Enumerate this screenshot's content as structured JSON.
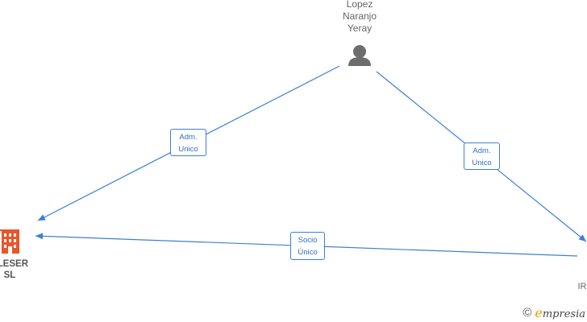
{
  "nodes": {
    "person": {
      "name": "Lopez\nNaranjo\nYeray",
      "icon": "person-icon"
    },
    "company_left": {
      "name": "ELESER\nSL",
      "icon": "building-icon",
      "color": "#e8562a"
    },
    "company_right": {
      "name": "IR"
    }
  },
  "edges": {
    "person_to_left": {
      "label": "Adm.\nUnico"
    },
    "person_to_right": {
      "label": "Adm.\nUnico"
    },
    "right_to_left": {
      "label": "Socio\nÚnico"
    }
  },
  "footer": {
    "copyright": "©",
    "brand_initial": "e",
    "brand_rest": "mpresia"
  },
  "colors": {
    "edge": "#3d7fd6",
    "node_text": "#666666",
    "person_icon": "#6d6d6d"
  }
}
